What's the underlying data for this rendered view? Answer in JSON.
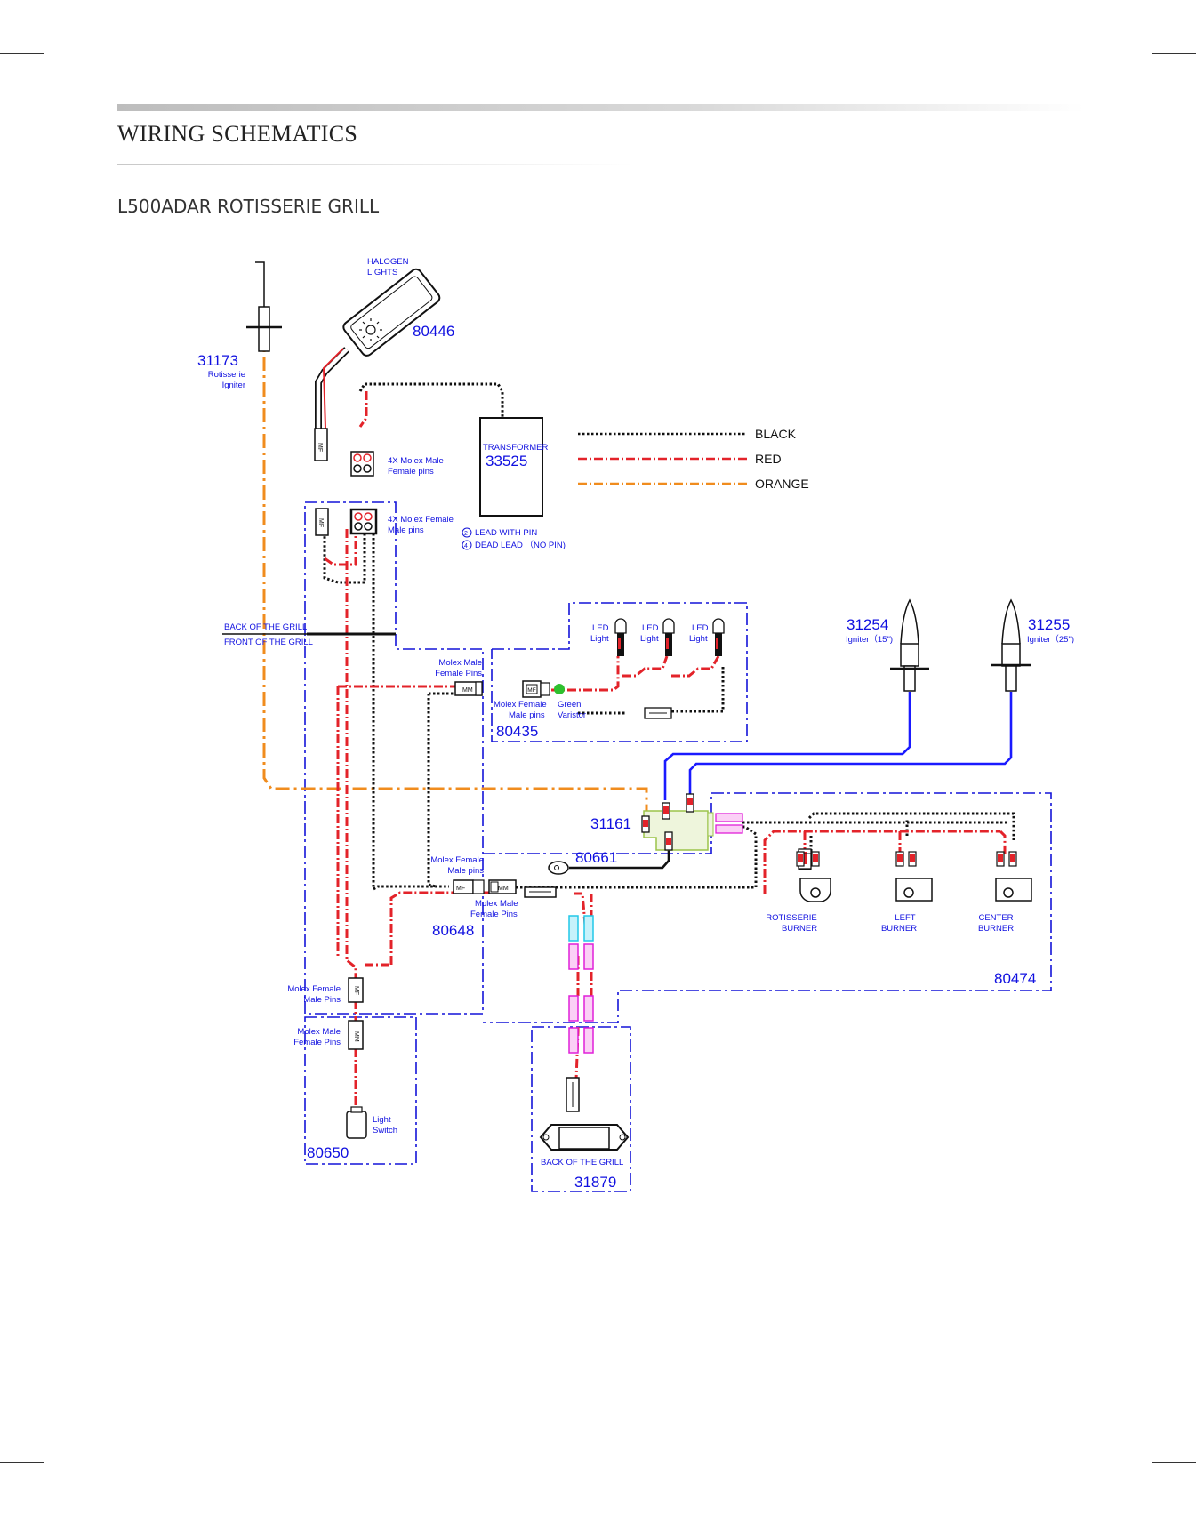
{
  "header": {
    "title": "WIRING SCHEMATICS",
    "subtitle": "L500ADAR ROTISSERIE GRILL"
  },
  "legend": [
    {
      "label": "BLACK",
      "color": "#111111"
    },
    {
      "label": "RED",
      "color": "#e3232a"
    },
    {
      "label": "ORANGE",
      "color": "#f08c1e"
    }
  ],
  "colors": {
    "harness_outline": "#1414d8",
    "blue_wire": "#1a1aff",
    "connector_cyan": "#22c8e8",
    "connector_magenta": "#e020d8",
    "manifold_green": "#9bc34a",
    "varistor_green": "#2ec02e"
  },
  "parts": {
    "p80446": "80446",
    "p31173": "31173",
    "p33525": "33525",
    "p80435": "80435",
    "p31254": "31254",
    "p31255": "31255",
    "p31161": "31161",
    "p80661": "80661",
    "p80648": "80648",
    "p80474": "80474",
    "p80650": "80650",
    "p31879": "31879"
  },
  "labels": {
    "halogen_1": "HALOGEN",
    "halogen_2": "LIGHTS",
    "rotisserie": "Rotisserie",
    "igniter": "Igniter",
    "transformer": "TRANSFORMER",
    "molex4_male_1": "4X Molex Male",
    "molex4_male_2": "Female pins",
    "molex4_female_1": "4X Molex Female",
    "molex4_female_2": "Male pins",
    "lead_with_pin": "LEAD WITH PIN",
    "dead_lead": "DEAD LEAD （NO PIN)",
    "pin_a": "2",
    "pin_b": "4",
    "back_grill": "BACK OF THE GRILL",
    "front_grill": "FRONT OF THE GRILL",
    "molex_male_fp_1": "Molex Male",
    "molex_male_fp_2": "Female Pins",
    "led_1": "LED",
    "led_light": "Light",
    "molex_female_mp_1": "Molex Female",
    "molex_female_mp_2": "Male pins",
    "green": "Green",
    "varistor": "Varistor",
    "igniter_15": "Igniter（15\")",
    "igniter_25": "Igniter（25\")",
    "molex_female_mp2_1": "Molex Female",
    "molex_female_mp2_2": "Male pins",
    "molex_male_fp2_1": "Molex Male",
    "molex_male_fp2_2": "Female Pins",
    "rotisserie_burner_1": "ROTISSERIE",
    "burner": "BURNER",
    "left_1": "LEFT",
    "center_1": "CENTER",
    "molex_female_mp3_1": "Molex Female",
    "molex_female_mp3_2": "Male Pins",
    "molex_male_fp3_1": "Molex Male",
    "molex_male_fp3_2": "Female Pins",
    "light_switch_1": "Light",
    "light_switch_2": "Switch",
    "back_grill_2": "BACK OF THE GRILL",
    "mf": "MF",
    "mm": "MM"
  }
}
